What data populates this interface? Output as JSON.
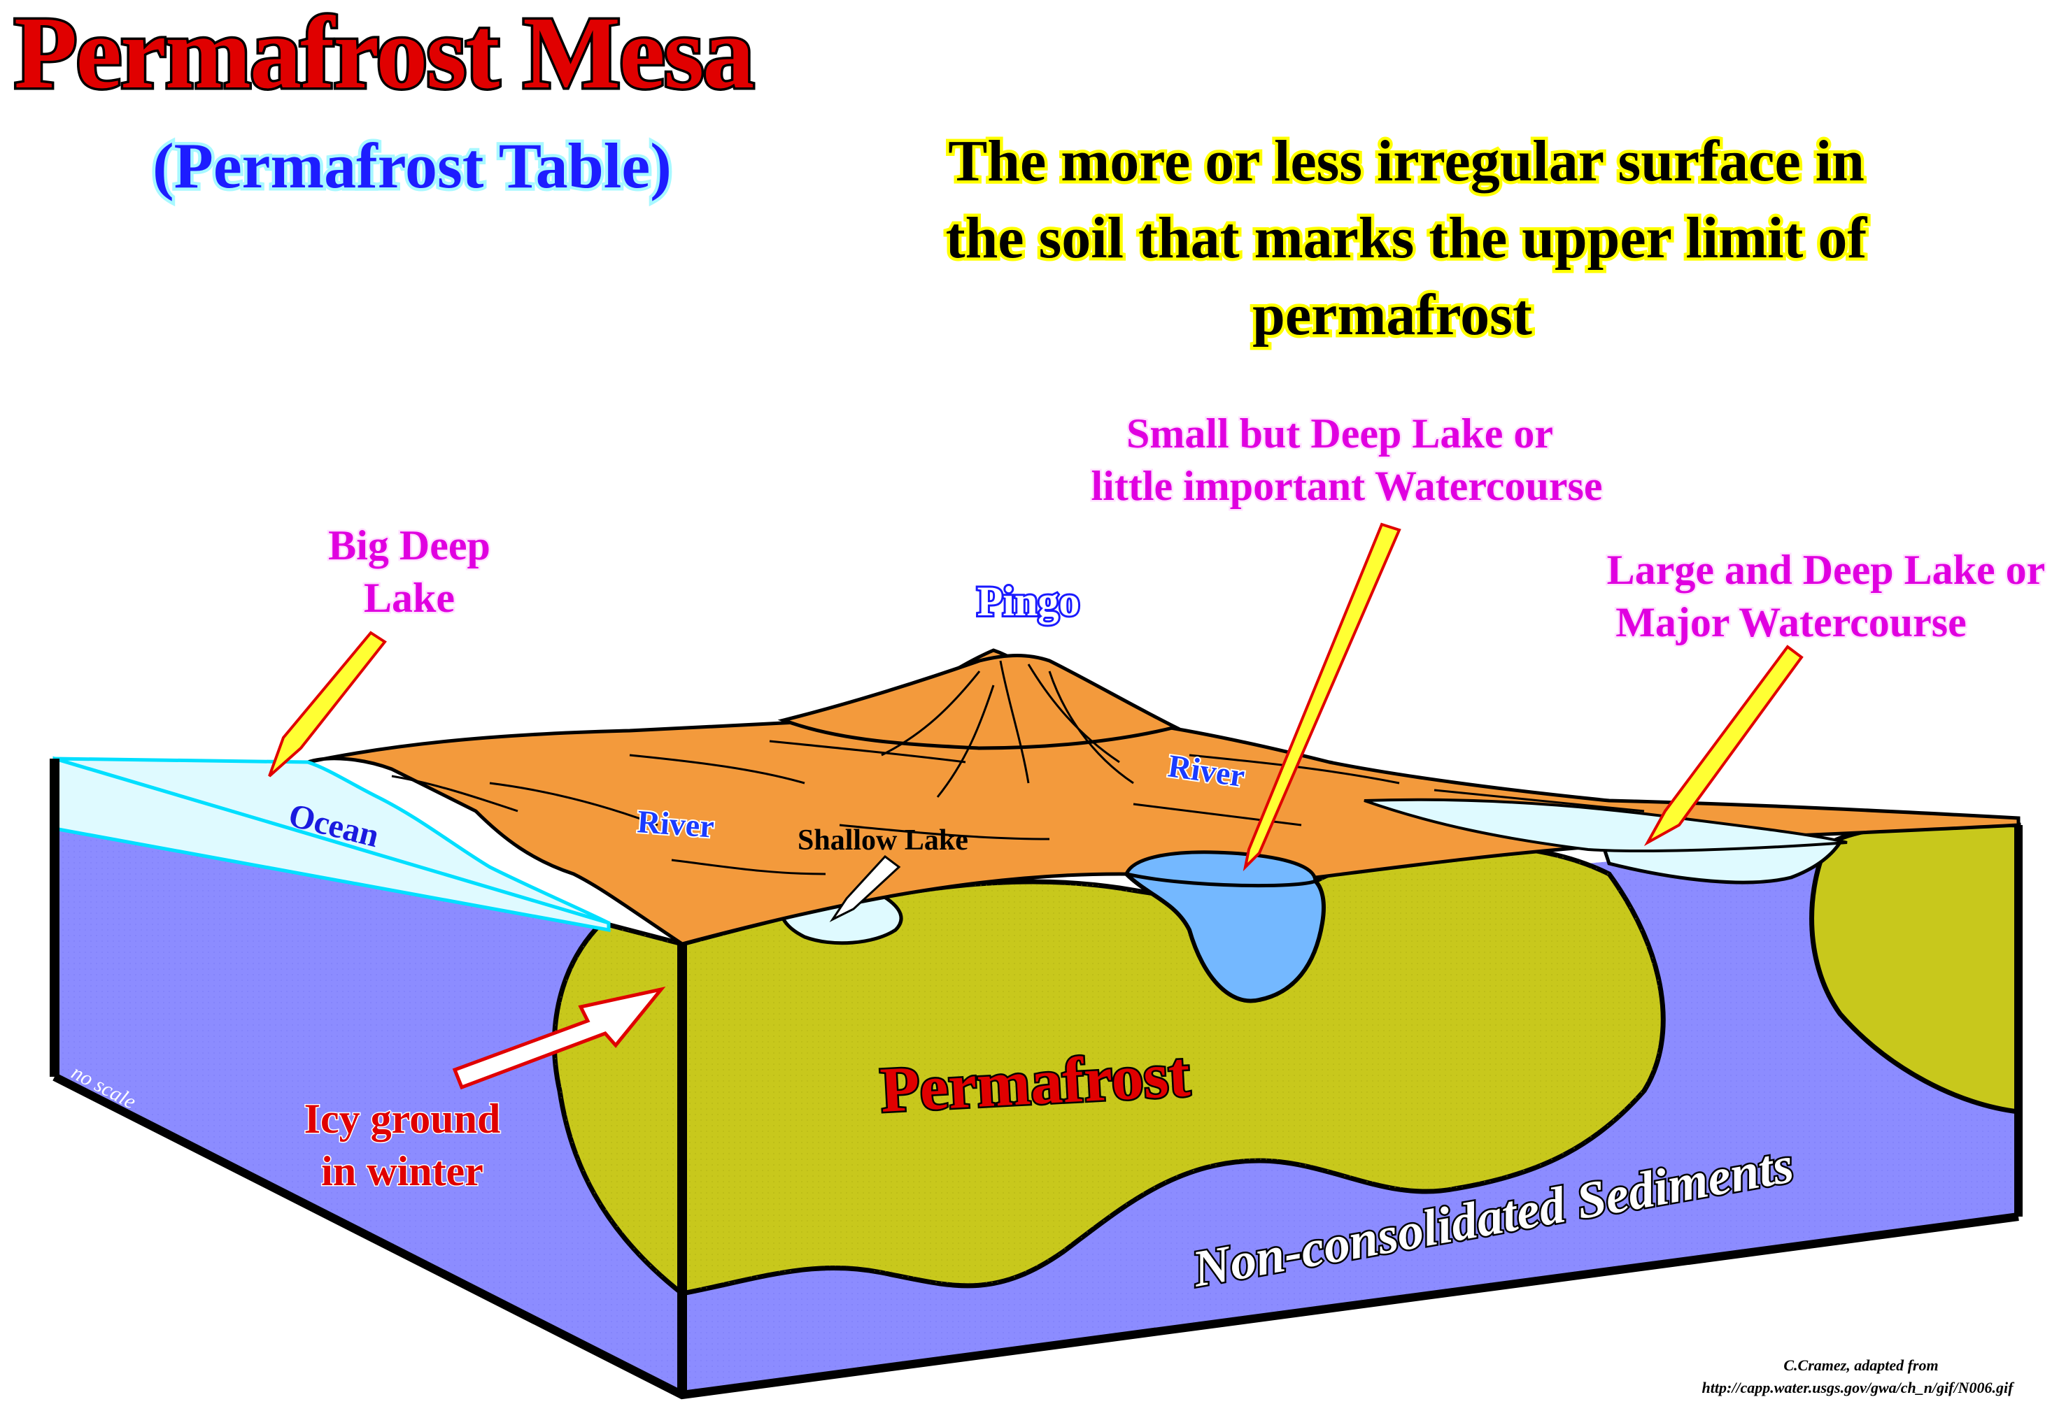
{
  "title": "Permafrost Mesa",
  "subtitle": "(Permafrost Table)",
  "definition": {
    "lines": [
      "The more or less irregular surface in",
      "the soil that marks the upper limit of",
      "permafrost"
    ]
  },
  "labels": {
    "big_deep_lake": [
      "Big Deep",
      "Lake"
    ],
    "pingo": "Pingo",
    "small_deep_lake": [
      "Small but Deep Lake or",
      "little important Watercourse"
    ],
    "large_deep_lake": [
      "Large and Deep Lake or",
      "Major Watercourse"
    ],
    "ocean": "Ocean",
    "river_left": "River",
    "river_right": "River",
    "shallow_lake": "Shallow Lake",
    "permafrost": "Permafrost",
    "icy_ground": [
      "Icy ground",
      "in winter"
    ],
    "sediments": "Non-consolidated Sediments",
    "no_scale": "no scale"
  },
  "credit": [
    "C.Cramez, adapted from",
    "http://capp.water.usgs.gov/gwa/ch_n/gif/N006.gif"
  ],
  "colors": {
    "surface": "#f39a3c",
    "permafrost": "#c8c81c",
    "sediments": "#8c8cff",
    "water": "#dffaff",
    "deep_water": "#74b8ff",
    "arrow_fill": "#ffff33",
    "arrow_stroke": "#e00000",
    "title_red": "#e00000",
    "magenta": "#e000e0",
    "blue": "#1d1dff"
  }
}
